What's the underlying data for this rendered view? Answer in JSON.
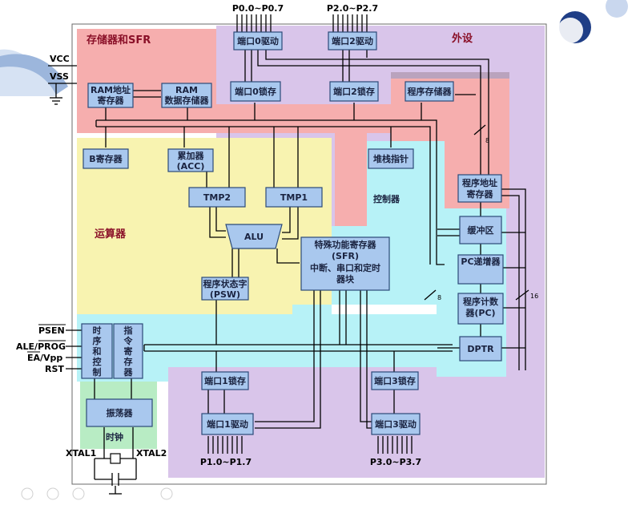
{
  "title_regions": {
    "memory": "存储器和SFR",
    "peripheral": "外设",
    "alu": "运算器",
    "controller": "控制器",
    "clock": "时钟"
  },
  "pins": {
    "vcc": "VCC",
    "vss": "VSS",
    "psen": "PSEN",
    "ale": "ALE/",
    "prog": "PROG",
    "ea": "EA",
    "vpp": "/Vpp",
    "rst": "RST",
    "xtal1": "XTAL1",
    "xtal2": "XTAL2"
  },
  "ports": {
    "p0": "P0.0~P0.7",
    "p2": "P2.0~P2.7",
    "p1": "P1.0~P1.7",
    "p3": "P3.0~P3.7"
  },
  "blocks": {
    "ram_addr": [
      "RAM地址",
      "寄存器"
    ],
    "ram": [
      "RAM",
      "数据存储器"
    ],
    "port0_drv": "端口0驱动",
    "port2_drv": "端口2驱动",
    "port0_latch": "端口0锁存",
    "port2_latch": "端口2锁存",
    "prog_mem": "程序存储器",
    "b_reg": "B寄存器",
    "acc": [
      "累加器",
      "(ACC)"
    ],
    "stack": "堆栈指针",
    "prog_addr": [
      "程序地址",
      "寄存器"
    ],
    "tmp2": "TMP2",
    "tmp1": "TMP1",
    "alu": "ALU",
    "sfr": [
      "特殊功能寄存器",
      "(SFR)",
      "中断、串口和定时",
      "器块"
    ],
    "buffer": "缓冲区",
    "pc_inc": "PC递增器",
    "pc": [
      "程序计数",
      "器(PC)"
    ],
    "psw": [
      "程序状态字",
      "(PSW)"
    ],
    "dptr": "DPTR",
    "timing": [
      "时",
      "序",
      "和",
      "控",
      "制"
    ],
    "ir": [
      "指",
      "令",
      "寄",
      "存",
      "器"
    ],
    "port1_latch": "端口1锁存",
    "port3_latch": "端口3锁存",
    "port1_drv": "端口1驱动",
    "port3_drv": "端口3驱动",
    "osc": "振荡器"
  },
  "bus_widths": {
    "w8a": "8",
    "w8b": "8",
    "w16": "16"
  },
  "colors": {
    "memory": "#f6aeae",
    "peripheral": "#d9c5ea",
    "alu": "#f8f3b0",
    "control": "#b7f2f7",
    "clock": "#b8ecc4",
    "block": "#a9c8ee",
    "outer": "#ffffff"
  }
}
